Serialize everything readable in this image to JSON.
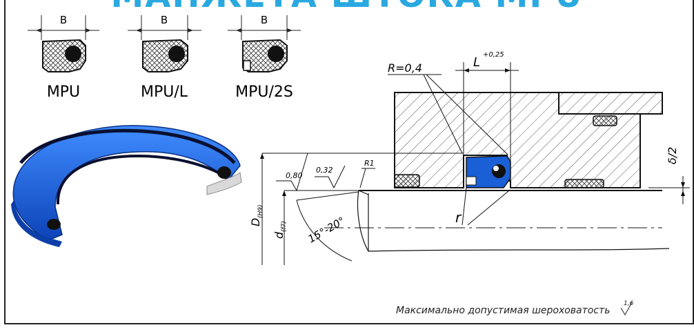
{
  "title": "МАНЖЕТА ШТОКА MPU",
  "profiles": [
    {
      "name": "MPU",
      "width_label": "B"
    },
    {
      "name": "MPU/L",
      "width_label": "B"
    },
    {
      "name": "MPU/2S",
      "width_label": "B"
    }
  ],
  "drawing": {
    "radius_label": "R=0,4",
    "length_label": "L",
    "length_tolerance": "+0,25",
    "half_gap_label": "δ/2",
    "roughness_1": "0,80",
    "roughness_2": "0,32",
    "r1_label": "R1",
    "bore_label": "D",
    "bore_fit": "(H9)",
    "rod_label": "d",
    "rod_fit": "(f7)",
    "chamfer_angle": "15°-20°",
    "groove_radius_label": "r",
    "footer_note": "Максимально допустимая шероховатость",
    "footer_roughness": "1,6"
  },
  "colors": {
    "title": "#2aa9e0",
    "seal": "#1a5fd6"
  }
}
